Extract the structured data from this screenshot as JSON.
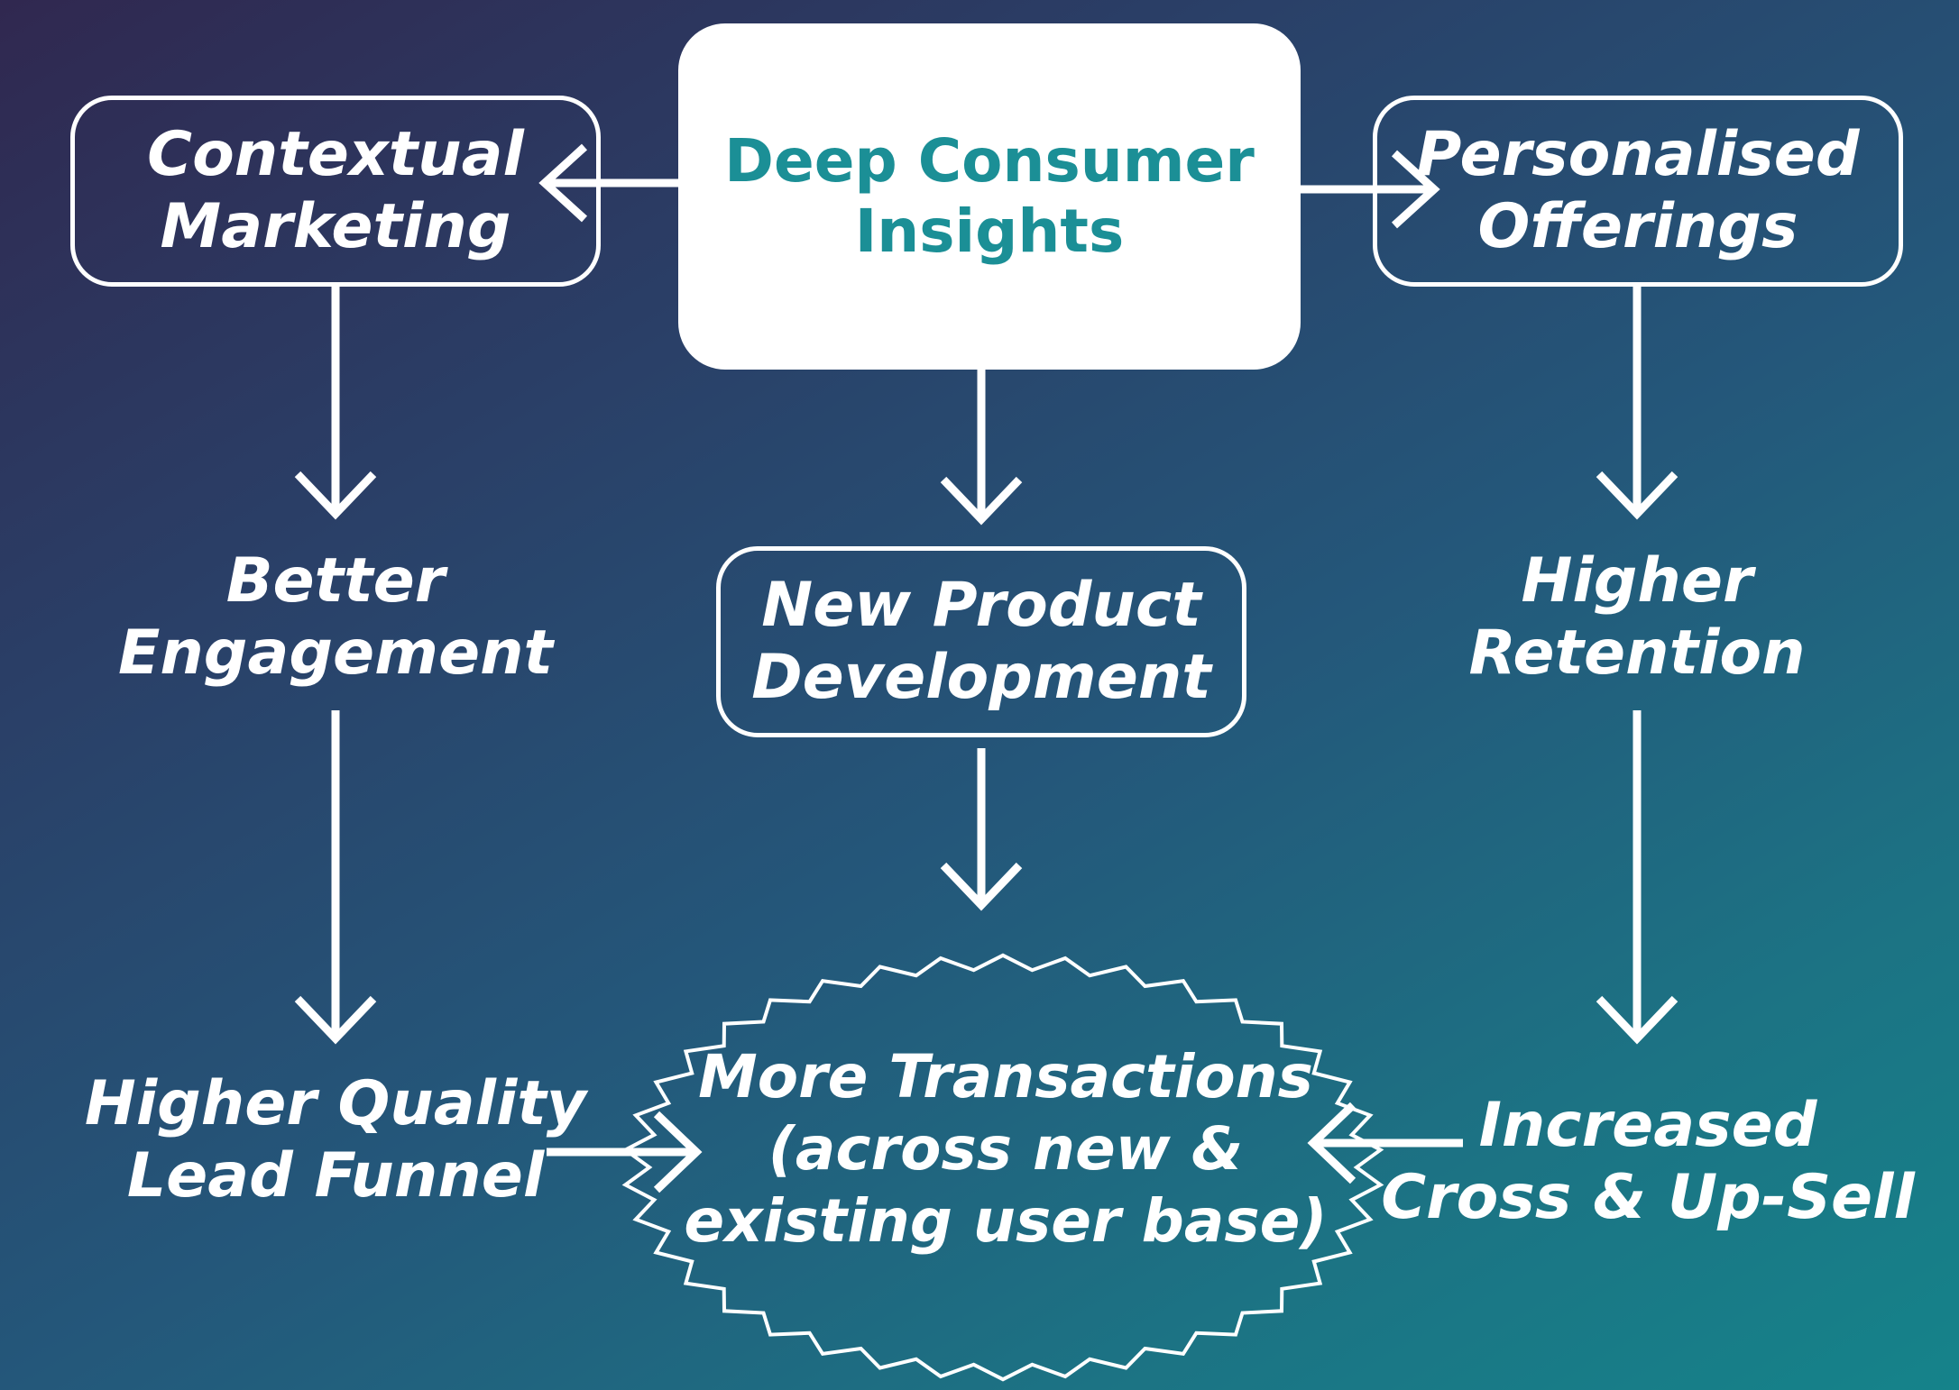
{
  "nodes": {
    "main": {
      "line1": "Deep Consumer",
      "line2": "Insights"
    },
    "contextual": {
      "line1": "Contextual",
      "line2": "Marketing"
    },
    "personalised": {
      "line1": "Personalised",
      "line2": "Offerings"
    },
    "engagement": {
      "line1": "Better",
      "line2": "Engagement"
    },
    "npd": {
      "line1": "New Product",
      "line2": "Development"
    },
    "retention": {
      "line1": "Higher",
      "line2": "Retention"
    },
    "lead": {
      "line1": "Higher Quality",
      "line2": "Lead Funnel"
    },
    "transactions": {
      "line1": "More Transactions",
      "line2": "(across new &",
      "line3": "existing user base)"
    },
    "crosssell": {
      "line1": "Increased",
      "line2": "Cross & Up-Sell"
    }
  },
  "colors": {
    "accent": "#1b8f96",
    "line": "#ffffff"
  }
}
